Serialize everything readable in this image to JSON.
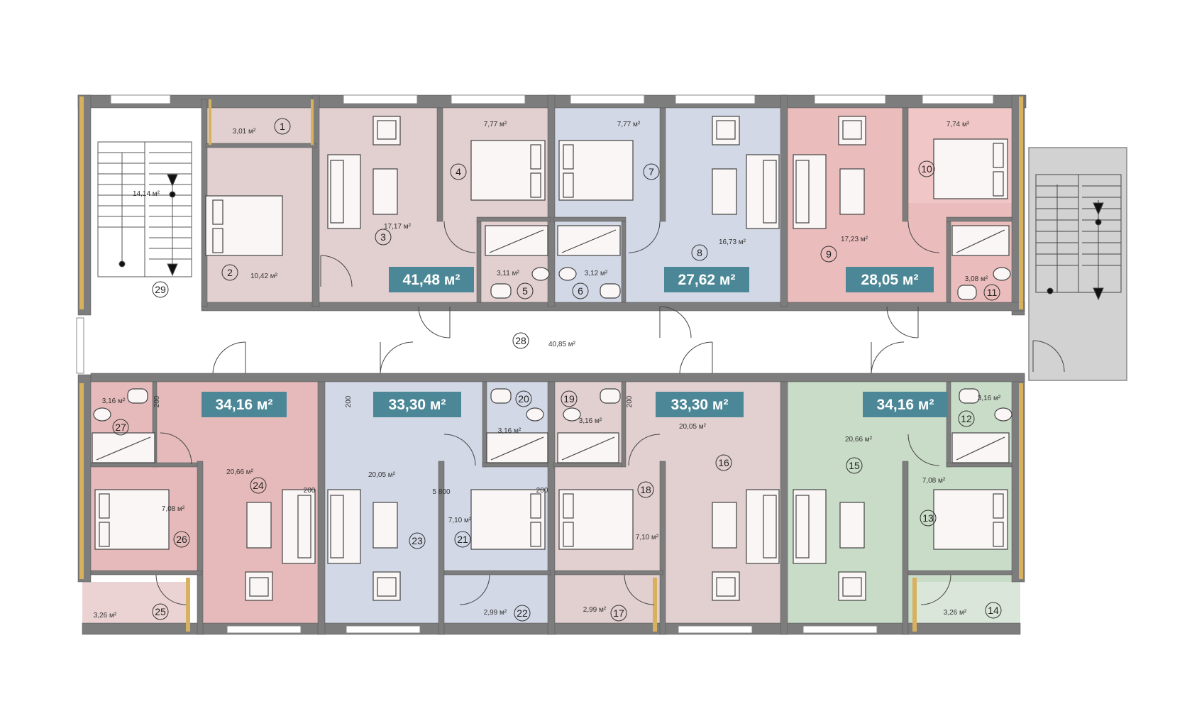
{
  "colors": {
    "apartment_pink": "#e2cfcf",
    "apartment_blue": "#d3d8e6",
    "apartment_red": "#ebbcbc",
    "apartment_rose": "#e6baba",
    "apartment_green": "#c8dcc8",
    "corridor": "#ffffff",
    "wall": "#7d7d7d",
    "wall_insulation": "#d7b15e",
    "badge": "#4b8796",
    "stair_outside": "#d2d2d2"
  },
  "apartment_badges": [
    {
      "text": "41,48 м²"
    },
    {
      "text": "27,62 м²"
    },
    {
      "text": "28,05 м²"
    },
    {
      "text": "34,16 м²"
    },
    {
      "text": "33,30 м²"
    },
    {
      "text": "33,30 м²"
    },
    {
      "text": "34,16 м²"
    }
  ],
  "rooms": [
    {
      "num": "1",
      "area": "3,01 м²"
    },
    {
      "num": "2",
      "area": "10,42 м²"
    },
    {
      "num": "3",
      "area": "17,17 м²"
    },
    {
      "num": "4",
      "area": "7,77 м²"
    },
    {
      "num": "5",
      "area": "3,11 м²"
    },
    {
      "num": "6",
      "area": "3,12 м²"
    },
    {
      "num": "7",
      "area": "7,77 м²"
    },
    {
      "num": "8",
      "area": "16,73 м²"
    },
    {
      "num": "9",
      "area": "17,23 м²"
    },
    {
      "num": "10",
      "area": "7,74 м²"
    },
    {
      "num": "11",
      "area": "3,08 м²"
    },
    {
      "num": "12",
      "area": "3,16 м²"
    },
    {
      "num": "13",
      "area": "7,08 м²"
    },
    {
      "num": "14",
      "area": "3,26 м²"
    },
    {
      "num": "15",
      "area": "20,66 м²"
    },
    {
      "num": "16",
      "area": "20,05 м²"
    },
    {
      "num": "17",
      "area": "2,99 м²"
    },
    {
      "num": "18",
      "area": "7,10 м²"
    },
    {
      "num": "19",
      "area": "3,16 м²"
    },
    {
      "num": "20",
      "area": "3,16 м²"
    },
    {
      "num": "21",
      "area": "7,10 м²"
    },
    {
      "num": "22",
      "area": "2,99 м²"
    },
    {
      "num": "23",
      "area": "20,05 м²"
    },
    {
      "num": "24",
      "area": "20,66 м²"
    },
    {
      "num": "25",
      "area": "3,26 м²"
    },
    {
      "num": "26",
      "area": "7,08 м²"
    },
    {
      "num": "27",
      "area": "3,16 м²"
    },
    {
      "num": "28",
      "area": "40,85 м²"
    },
    {
      "num": "29",
      "area": "14,14 м²"
    }
  ],
  "dimensions": {
    "d200": "200",
    "d5800": "5 800"
  }
}
